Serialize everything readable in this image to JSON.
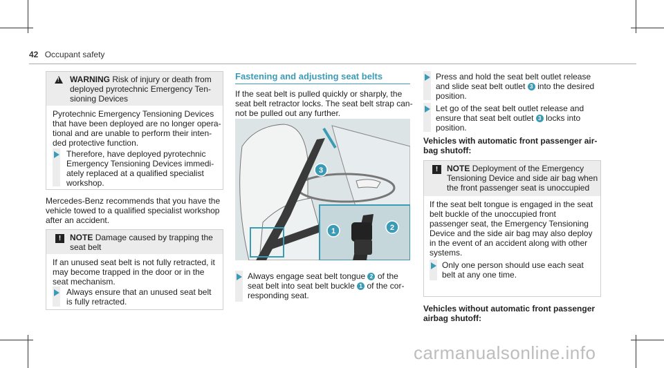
{
  "header": {
    "page_number": "42",
    "section": "Occupant safety"
  },
  "warning_box": {
    "label": "WARNING",
    "title_l1": "Risk of injury or death from",
    "title_l2": "deployed pyrotechnic Emergency Ten-",
    "title_l3": "sioning Devices",
    "body_l1": "Pyrotechnic Emergency Tensioning Devices",
    "body_l2": "that have been deployed are no longer opera-",
    "body_l3": "tional and are unable to perform their inten-",
    "body_l4": "ded protective function.",
    "step_l1": "Therefore, have deployed pyrotechnic",
    "step_l2": "Emergency Tensioning Devices immedi-",
    "step_l3": "ately replaced at a qualified specialist",
    "step_l4": "workshop."
  },
  "paragraph": {
    "l1": "Mercedes-Benz recommends that you have the",
    "l2": "vehicle towed to a qualified specialist workshop",
    "l3": "after an accident."
  },
  "note_box_1": {
    "label": "NOTE",
    "title_l1": "Damage caused by trapping the",
    "title_l2": "seat belt",
    "body_l1": "If an unused seat belt is not fully retracted, it",
    "body_l2": "may become trapped in the door or in the",
    "body_l3": "seat mechanism.",
    "step_l1": "Always ensure that an unused seat belt",
    "step_l2": "is fully retracted."
  },
  "fastening": {
    "heading": "Fastening and adjusting seat belts",
    "intro_l1": "If the seat belt is pulled quickly or sharply, the",
    "intro_l2": "seat belt retractor locks. The seat belt strap can-",
    "intro_l3": "not be pulled out any further.",
    "step_l1a": "Always engage seat belt tongue",
    "step_l1b": "of the",
    "step_l2a": "seat belt into seat belt buckle",
    "step_l2b": "of the cor-",
    "step_l3": "responding seat.",
    "callouts": [
      "1",
      "2",
      "3"
    ]
  },
  "right": {
    "step1_l1": "Press and hold the seat belt outlet release",
    "step1_l2a": "and slide seat belt outlet",
    "step1_l2b": "into the desired",
    "step1_l3": "position.",
    "step2_l1": "Let go of the seat belt outlet release and",
    "step2_l2a": "ensure that seat belt outlet",
    "step2_l2b": "locks into",
    "step2_l3": "position.",
    "subhead1_l1": "Vehicles with automatic front passenger air-",
    "subhead1_l2": "bag shutoff:",
    "subhead2_l1": "Vehicles without automatic front passenger",
    "subhead2_l2": "airbag shutoff:"
  },
  "note_box_2": {
    "label": "NOTE",
    "title_l1": "Deployment of the Emergency",
    "title_l2": "Tensioning Device and side air bag when",
    "title_l3": "the front passenger seat is unoccupied",
    "body_l1": "If the seat belt tongue is engaged in the seat",
    "body_l2": "belt buckle of the unoccupied front",
    "body_l3": "passenger seat, the Emergency Tensioning",
    "body_l4": "Device and the side air bag may also deploy",
    "body_l5": "in the event of an accident along with other",
    "body_l6": "systems.",
    "step_l1": "Only one person should use each seat",
    "step_l2": "belt at any one time."
  },
  "watermark": "carmanualsonline.info",
  "colors": {
    "accent": "#3c9bb4",
    "box_header": "#ececec"
  }
}
